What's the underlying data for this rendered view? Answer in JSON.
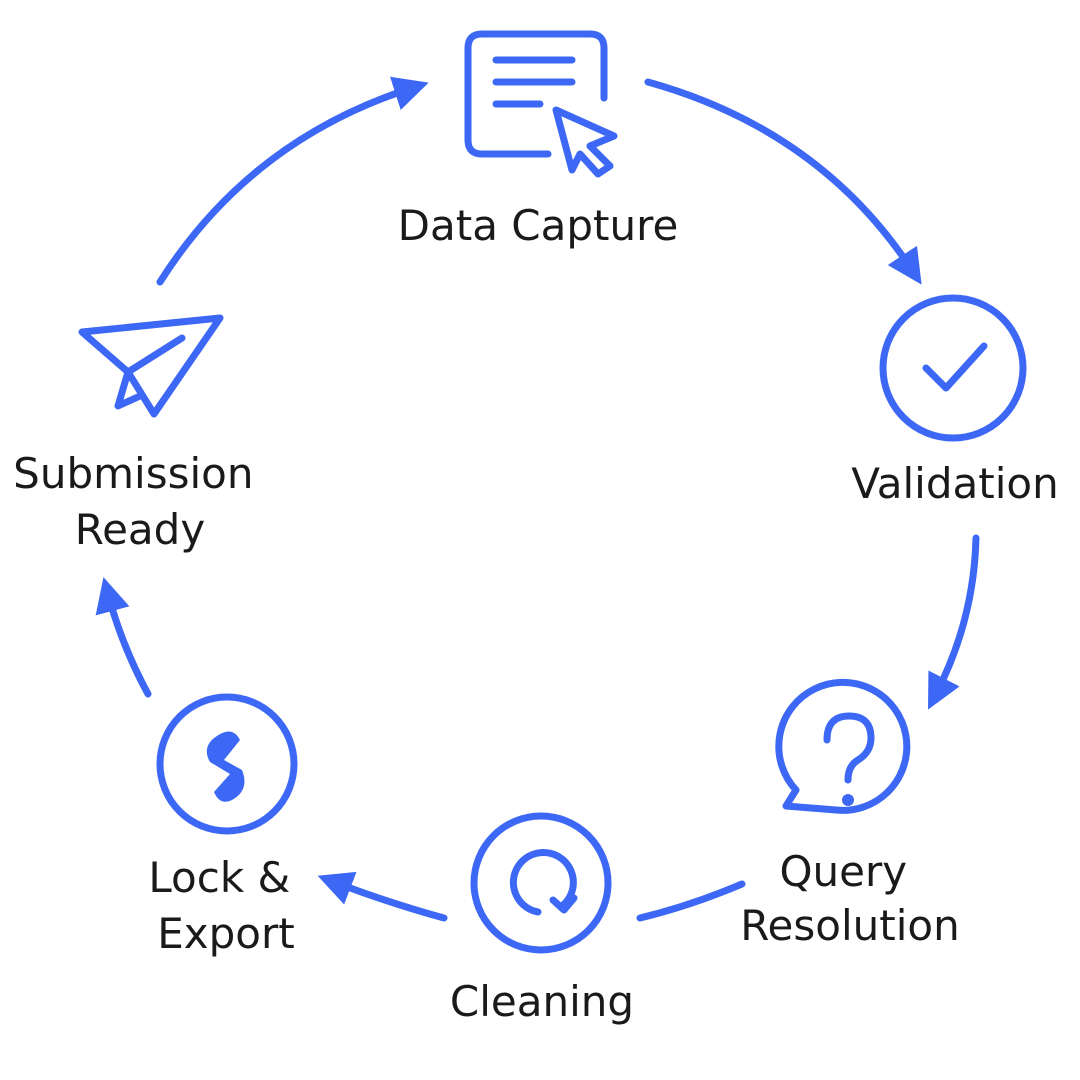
{
  "diagram": {
    "accent_color": "#3d68f5",
    "text_color": "#1a1a1a",
    "stages": [
      {
        "id": "data-capture",
        "icon": "form-cursor-icon",
        "label_lines": [
          "Data Capture"
        ]
      },
      {
        "id": "validation",
        "icon": "check-circle-icon",
        "label_lines": [
          "Validation"
        ]
      },
      {
        "id": "query-resolution",
        "icon": "question-bubble-icon",
        "label_lines": [
          "Query",
          "Resolution"
        ]
      },
      {
        "id": "cleaning",
        "icon": "refresh-circle-icon",
        "label_lines": [
          "Cleaning"
        ]
      },
      {
        "id": "lock-export",
        "icon": "flash-circle-icon",
        "label_lines": [
          "Lock &",
          "Export"
        ]
      },
      {
        "id": "submission-ready",
        "icon": "paper-plane-icon",
        "label_lines": [
          "Submission",
          "Ready"
        ]
      }
    ]
  }
}
